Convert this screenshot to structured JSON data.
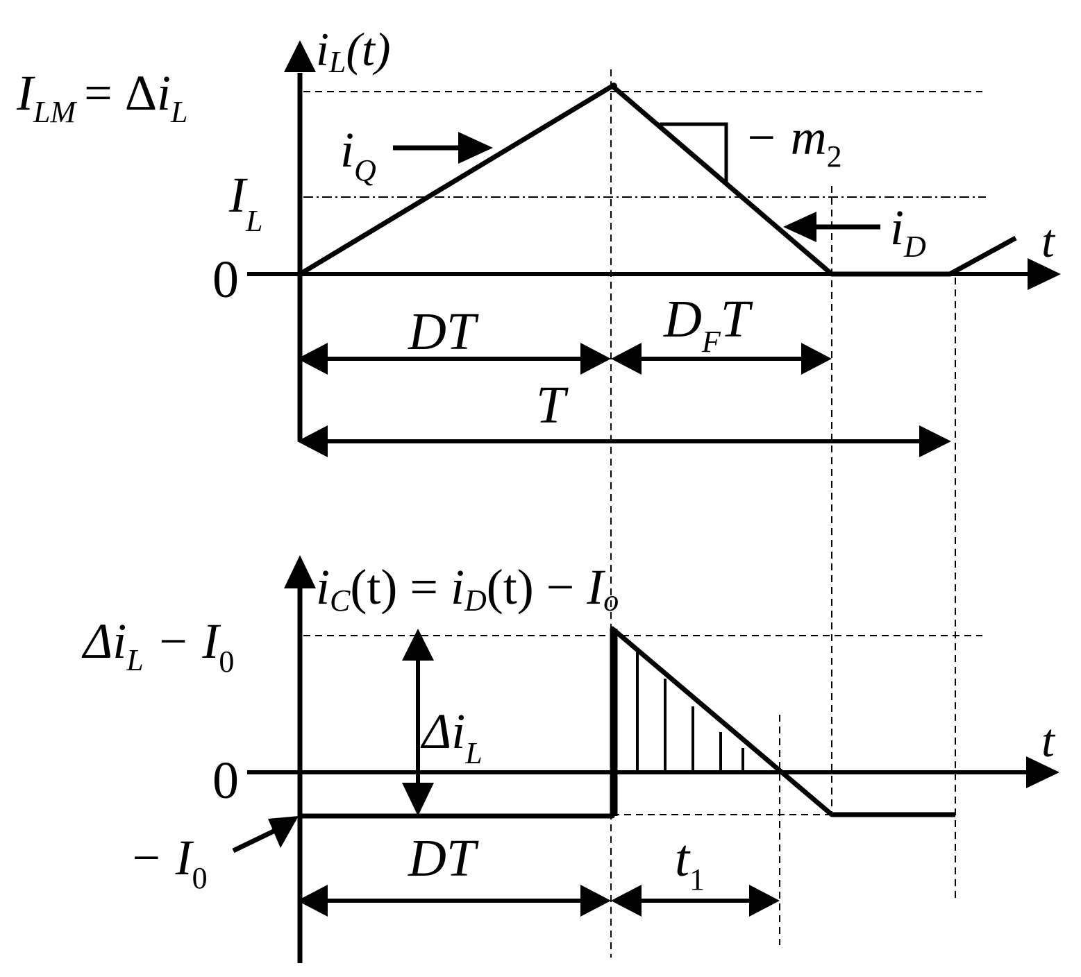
{
  "colors": {
    "ink": "#000000",
    "paper": "#ffffff"
  },
  "top_plot": {
    "y_axis_label": {
      "main": "i",
      "sub": "L",
      "tail": "(t)"
    },
    "x_axis_label": "t",
    "peak_label": {
      "lhs_main": "I",
      "lhs_sub": "LM",
      "eq": "= Δ",
      "rhs_main": "i",
      "rhs_sub": "L"
    },
    "avg_label": {
      "main": "I",
      "sub": "L"
    },
    "zero_label": "0",
    "iq_label": {
      "main": "i",
      "sub": "Q"
    },
    "id_label": {
      "main": "i",
      "sub": "D"
    },
    "slope_label": {
      "main": "− m",
      "sub": "2"
    },
    "dt_label": "DT",
    "dft_label": {
      "main": "D",
      "sub": "F",
      "tail": "T"
    },
    "period_label": "T"
  },
  "bottom_plot": {
    "y_axis_label": {
      "p1": "i",
      "s1": "C",
      "p2": "(t) = ",
      "p3": "i",
      "s2": "D",
      "p4": "(t) − ",
      "p5": "I",
      "s3": "o"
    },
    "x_axis_label": "t",
    "top_label": {
      "main": "Δi",
      "sub": "L",
      "tail": " − I",
      "sub2": "0"
    },
    "zero_label": "0",
    "neg_label": {
      "main": "− I",
      "sub": "0"
    },
    "delta_label": {
      "main": "Δi",
      "sub": "L"
    },
    "dt_label": "DT",
    "t1_label": {
      "main": "t",
      "sub": "1"
    }
  }
}
